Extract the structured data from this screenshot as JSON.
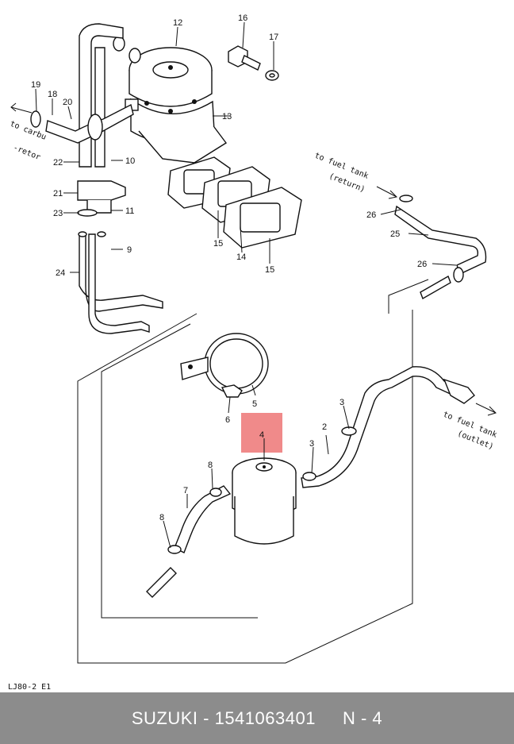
{
  "diagram": {
    "highlight_color": "#f08a8a",
    "callouts": [
      {
        "id": "c1",
        "text": "12"
      },
      {
        "id": "c2",
        "text": "16"
      },
      {
        "id": "c3",
        "text": "17"
      },
      {
        "id": "c4",
        "text": "19"
      },
      {
        "id": "c5",
        "text": "18"
      },
      {
        "id": "c6",
        "text": "20"
      },
      {
        "id": "c7",
        "text": "13"
      },
      {
        "id": "c8",
        "text": "22"
      },
      {
        "id": "c9",
        "text": "10"
      },
      {
        "id": "c10",
        "text": "21"
      },
      {
        "id": "c11",
        "text": "23"
      },
      {
        "id": "c12",
        "text": "11"
      },
      {
        "id": "c13",
        "text": "15"
      },
      {
        "id": "c14",
        "text": "14"
      },
      {
        "id": "c15",
        "text": "15"
      },
      {
        "id": "c16",
        "text": "9"
      },
      {
        "id": "c17",
        "text": "24"
      },
      {
        "id": "c18",
        "text": "26"
      },
      {
        "id": "c19",
        "text": "25"
      },
      {
        "id": "c20",
        "text": "26"
      },
      {
        "id": "c21",
        "text": "5"
      },
      {
        "id": "c22",
        "text": "6"
      },
      {
        "id": "c23",
        "text": "4"
      },
      {
        "id": "c24",
        "text": "3"
      },
      {
        "id": "c25",
        "text": "2"
      },
      {
        "id": "c26",
        "text": "3"
      },
      {
        "id": "c27",
        "text": "8"
      },
      {
        "id": "c28",
        "text": "7"
      },
      {
        "id": "c29",
        "text": "8"
      }
    ],
    "notes": {
      "carb_1": "to carbu",
      "carb_2": "-retor",
      "tank_return_1": "to fuel tank",
      "tank_return_2": "(return)",
      "tank_outlet_1": "to fuel tank",
      "tank_outlet_2": "(outlet)"
    },
    "drawing_code": "LJ80-2  E1"
  },
  "footer": {
    "brand_part": "SUZUKI - 1541063401",
    "position": "N - 4"
  }
}
